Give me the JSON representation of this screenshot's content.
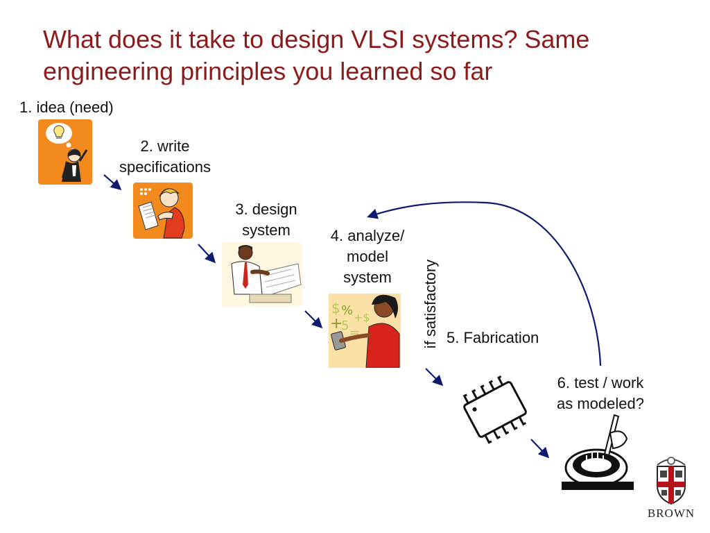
{
  "slide": {
    "title": "What does it take to design VLSI systems? Same engineering principles you learned so far"
  },
  "steps": [
    {
      "label": "1.  idea (need)",
      "icon": "lightbulb-idea-icon"
    },
    {
      "label_lines": [
        "2. write",
        "specifications"
      ],
      "icon": "writing-specs-icon"
    },
    {
      "label_lines": [
        "3. design",
        "system"
      ],
      "icon": "designer-drafting-icon"
    },
    {
      "label_lines": [
        "4. analyze/",
        "model",
        "system"
      ],
      "icon": "calculator-analysis-icon"
    },
    {
      "label": "5. Fabrication",
      "icon": "microchip-icon"
    },
    {
      "label_lines": [
        "6. test / work",
        "as modeled?"
      ],
      "icon": "probe-testing-icon"
    }
  ],
  "feedback": {
    "label": "if satisfactory"
  },
  "branding": {
    "text": "BROWN",
    "icon": "brown-university-shield-icon"
  },
  "colors": {
    "title": "#8b1a1a",
    "arrow": "#0d1a6e",
    "accent_orange": "#f28a1e"
  }
}
